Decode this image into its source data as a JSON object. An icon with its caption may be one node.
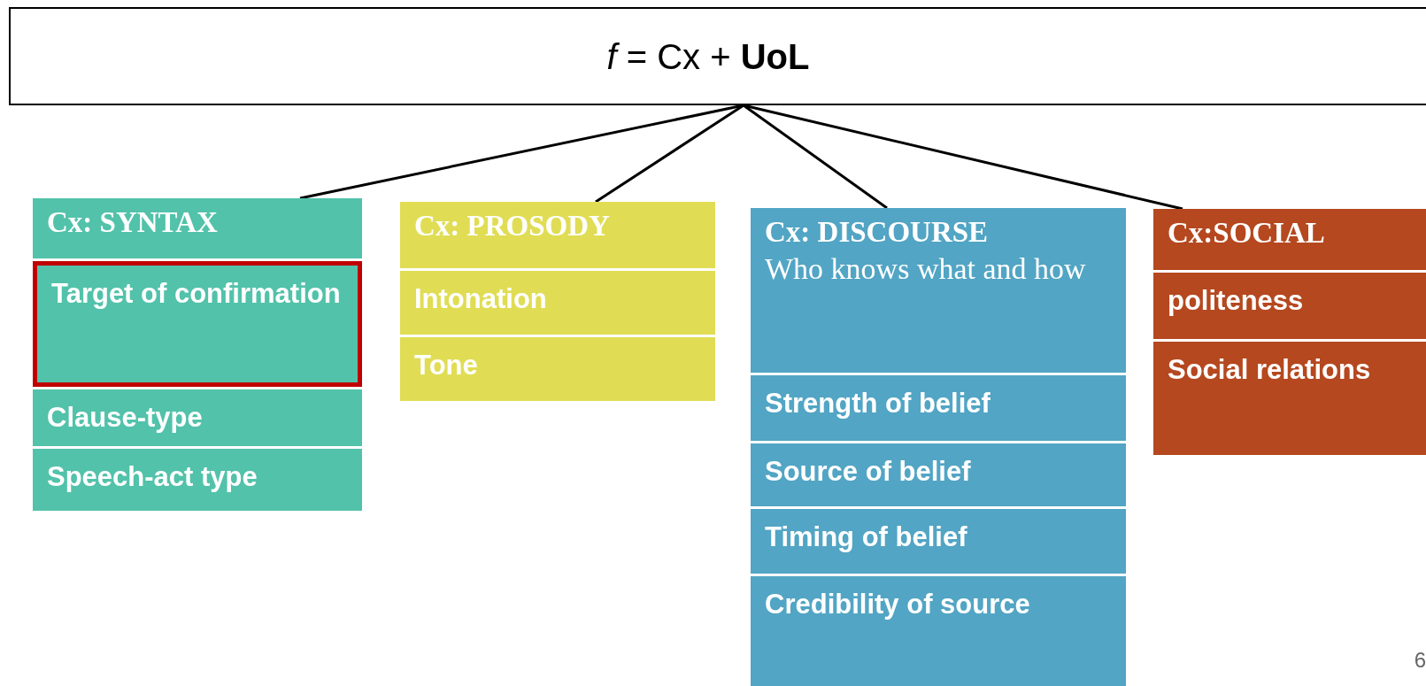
{
  "diagram": {
    "nodes": [
      {
        "text": [
          "*f* = Cx  + **UoL**"
        ]
      },
      {
        "text": [
          "Cx: SYNTAX"
        ]
      },
      {
        "text": [
          "Target of confirmation"
        ]
      },
      {
        "text": [
          "Clause-type"
        ]
      },
      {
        "text": [
          "Speech-act type"
        ]
      },
      {
        "text": [
          "Cx: PROSODY"
        ]
      },
      {
        "text": [
          "Intonation"
        ]
      },
      {
        "text": [
          "Tone"
        ]
      },
      {
        "text": [
          "Cx: DISCOURSE",
          "Who knows what and how"
        ]
      },
      {
        "text": [
          "Strength of belief"
        ]
      },
      {
        "text": [
          "Source of belief"
        ]
      },
      {
        "text": [
          "Timing of belief"
        ]
      },
      {
        "text": [
          "Credibility of source"
        ]
      },
      {
        "text": [
          "Cx:SOCIAL"
        ]
      },
      {
        "text": [
          "politeness"
        ]
      },
      {
        "text": [
          "Social relations"
        ]
      }
    ],
    "edges": [
      {
        "from": 0,
        "to": 1,
        "arrow": "none"
      },
      {
        "from": 0,
        "to": 5,
        "arrow": "none"
      },
      {
        "from": 0,
        "to": 8,
        "arrow": "none"
      },
      {
        "from": 0,
        "to": 13,
        "arrow": "none"
      }
    ],
    "labels": [
      "6"
    ]
  }
}
